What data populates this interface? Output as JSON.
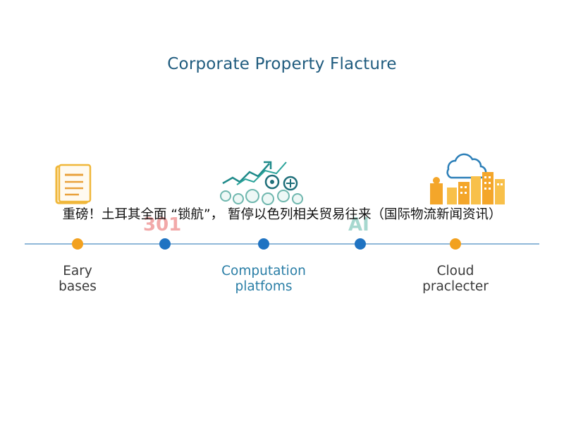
{
  "title": "Corporate Property Flacture",
  "overlay_caption": "重磅！土耳其全面 “锁航”， 暂停以色列相关贸易往来（国际物流新闻资讯）",
  "ghost_labels": {
    "left": "301",
    "right": "AI"
  },
  "stages": [
    {
      "line1": "Eary",
      "line2": "bases",
      "dot_color": "#f2a11f",
      "text_color": "#3a3a3a",
      "icon": "document-icon"
    },
    {
      "line1": "",
      "line2": "",
      "dot_color": "#1f73c2",
      "text_color": "#3a3a3a",
      "icon": ""
    },
    {
      "line1": "Computation",
      "line2": "platfoms",
      "dot_color": "#1f73c2",
      "text_color": "#2a7ea6",
      "icon": "growth-gears-icon"
    },
    {
      "line1": "",
      "line2": "",
      "dot_color": "#1f73c2",
      "text_color": "#3a3a3a",
      "icon": ""
    },
    {
      "line1": "Cloud",
      "line2": "praclecter",
      "dot_color": "#f2a11f",
      "text_color": "#3a3a3a",
      "icon": "cloud-buildings-icon"
    }
  ]
}
